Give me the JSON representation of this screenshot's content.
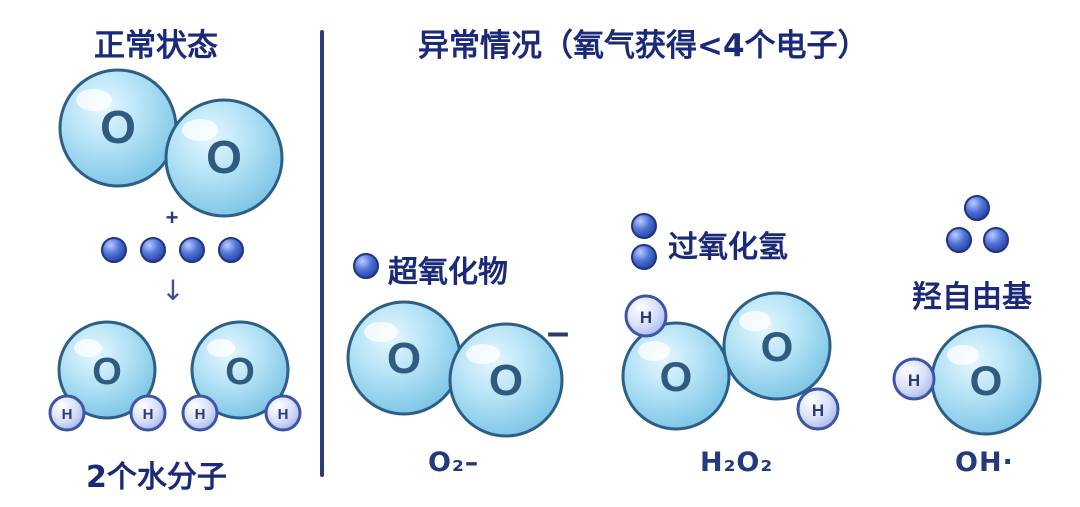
{
  "normal": {
    "title": "正常状态",
    "plus": "+",
    "arrow": "↓",
    "result_label": "2个水分子",
    "oxygen_symbol": "O",
    "hydrogen_symbol": "H"
  },
  "abnormal": {
    "title": "异常情况（氧气获得<4个电子）",
    "superoxide": {
      "label": "超氧化物",
      "formula": "O₂–",
      "charge": "–",
      "electrons": 1
    },
    "peroxide": {
      "label": "过氧化氢",
      "formula": "H₂O₂",
      "electrons": 2
    },
    "hydroxyl": {
      "label": "羟自由基",
      "formula": "OH·",
      "electrons": 3
    }
  },
  "colors": {
    "text": "#1a2a78",
    "divider": "#2c3a78",
    "oxygen_fill": "#a6ddf3",
    "oxygen_stroke": "#2d5f86",
    "hydrogen_fill": "#cfd9f7",
    "hydrogen_stroke": "#3d55a8",
    "electron_fill": "#4a6fd4"
  },
  "electron_count_normal": 4
}
